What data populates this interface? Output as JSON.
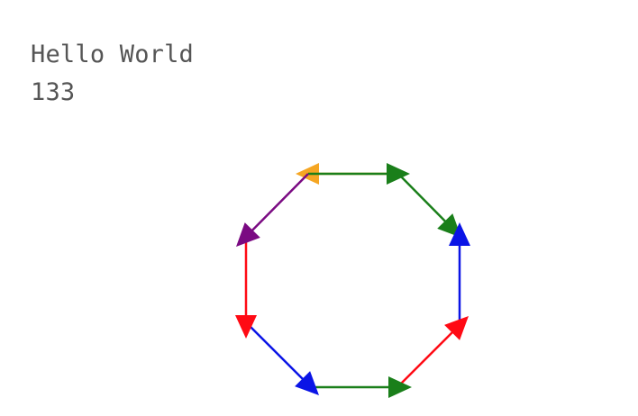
{
  "text": {
    "line1": "Hello World",
    "line2": "133"
  },
  "arrows": [
    {
      "name": "orange",
      "color": "#f5a623"
    },
    {
      "name": "green-1",
      "color": "#1a7f1a"
    },
    {
      "name": "green-2",
      "color": "#1a7f1a"
    },
    {
      "name": "blue-1",
      "color": "#0a14e6"
    },
    {
      "name": "red-1",
      "color": "#ff0a14"
    },
    {
      "name": "green-3",
      "color": "#1a7f1a"
    },
    {
      "name": "blue-2",
      "color": "#0a14e6"
    },
    {
      "name": "red-2",
      "color": "#ff0a14"
    },
    {
      "name": "purple",
      "color": "#7a0a82"
    }
  ]
}
